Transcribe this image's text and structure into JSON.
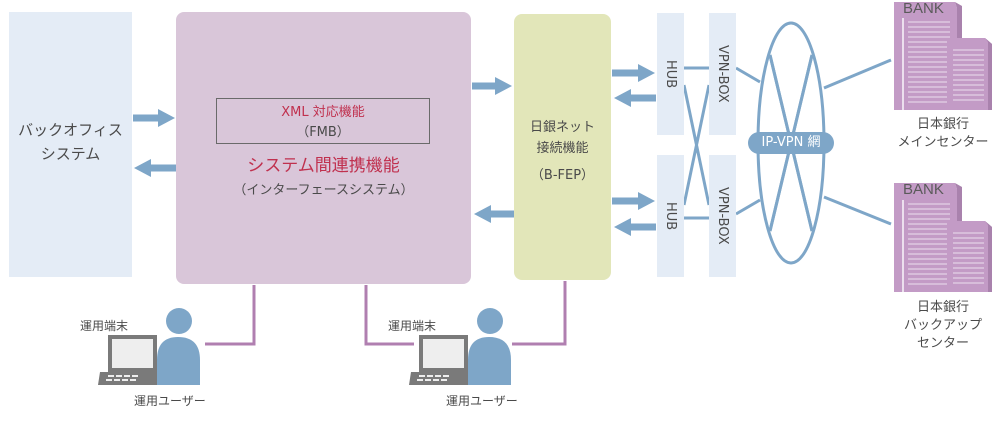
{
  "backoffice": {
    "line1": "バックオフィス",
    "line2": "システム"
  },
  "interface_system": {
    "xml_title": "XML 対応機能",
    "xml_sub": "（FMB）",
    "title": "システム間連携機能",
    "subtitle": "（インターフェースシステム）"
  },
  "bfep": {
    "line1": "日銀ネット",
    "line2": "接続機能",
    "line3": "（B-FEP）"
  },
  "hubs": [
    {
      "label": "HUB"
    },
    {
      "label": "HUB"
    }
  ],
  "vpn_boxes": [
    {
      "label": "VPN-BOX"
    },
    {
      "label": "VPN-BOX"
    }
  ],
  "network": {
    "label": "IP-VPN 網"
  },
  "banks": [
    {
      "sign": "BANK",
      "line1": "日本銀行",
      "line2": "メインセンター",
      "line3": ""
    },
    {
      "sign": "BANK",
      "line1": "日本銀行",
      "line2": "バックアップ",
      "line3": "センター"
    }
  ],
  "operators": [
    {
      "terminal_label": "運用端末",
      "user_label": "運用ユーザー"
    },
    {
      "terminal_label": "運用端末",
      "user_label": "運用ユーザー"
    }
  ],
  "colors": {
    "arrow": "#7ea6c8",
    "connector": "#b07fb0",
    "accent_text": "#c0304e",
    "building": "#c39bc6",
    "user": "#7ea6c8"
  }
}
